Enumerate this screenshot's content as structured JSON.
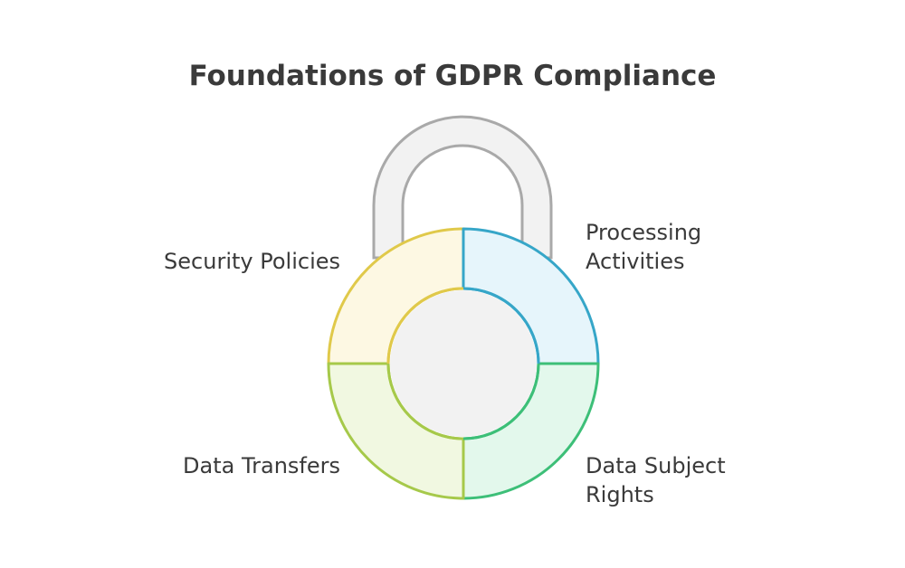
{
  "title": "Foundations of GDPR Compliance",
  "segments": {
    "top_left": {
      "lines": [
        "Security Policies"
      ],
      "fill": "#fdf8e3",
      "stroke": "#e0c94a"
    },
    "top_right": {
      "lines": [
        "Processing",
        "Activities"
      ],
      "fill": "#e6f5fb",
      "stroke": "#36a6c8"
    },
    "bottom_right": {
      "lines": [
        "Data Subject",
        "Rights"
      ],
      "fill": "#e3f8ec",
      "stroke": "#3dbf78"
    },
    "bottom_left": {
      "lines": [
        "Data Transfers"
      ],
      "fill": "#f1f8e1",
      "stroke": "#a6c94a"
    }
  },
  "colors": {
    "shackle_fill": "#f2f2f2",
    "shackle_stroke": "#a9a9a9",
    "center_fill": "#f2f2f2",
    "text": "#3a3a3a"
  }
}
